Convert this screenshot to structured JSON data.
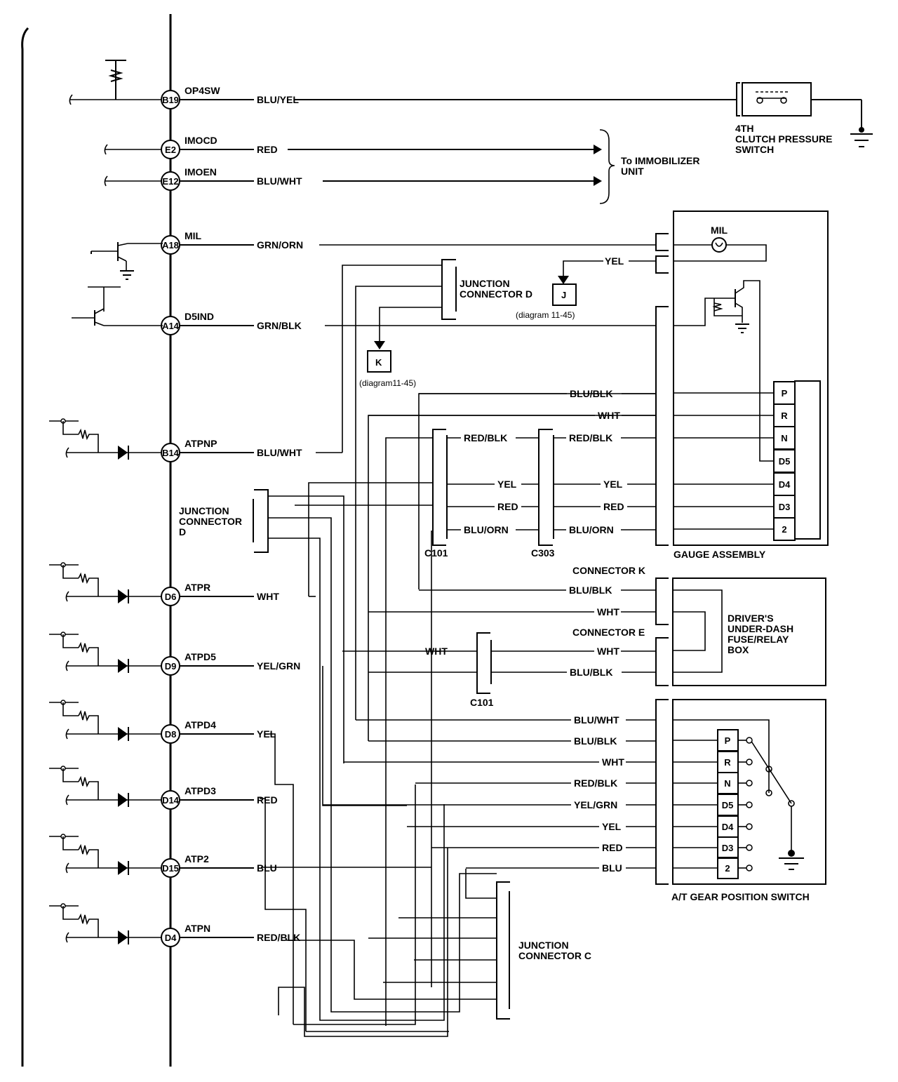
{
  "ecm_pins": [
    {
      "id": "B19",
      "signal": "OP4SW",
      "wire": "BLU/YEL"
    },
    {
      "id": "E2",
      "signal": "IMOCD",
      "wire": "RED"
    },
    {
      "id": "E12",
      "signal": "IMOEN",
      "wire": "BLU/WHT"
    },
    {
      "id": "A18",
      "signal": "MIL",
      "wire": "GRN/ORN"
    },
    {
      "id": "A14",
      "signal": "D5IND",
      "wire": "GRN/BLK"
    },
    {
      "id": "B14",
      "signal": "ATPNP",
      "wire": "BLU/WHT"
    },
    {
      "id": "D6",
      "signal": "ATPR",
      "wire": "WHT"
    },
    {
      "id": "D9",
      "signal": "ATPD5",
      "wire": "YEL/GRN"
    },
    {
      "id": "D8",
      "signal": "ATPD4",
      "wire": "YEL"
    },
    {
      "id": "D14",
      "signal": "ATPD3",
      "wire": "RED"
    },
    {
      "id": "D15",
      "signal": "ATP2",
      "wire": "BLU"
    },
    {
      "id": "D4",
      "signal": "ATPN",
      "wire": "RED/BLK"
    }
  ],
  "clutch_switch": {
    "label_line1": "4TH",
    "label_line2": "CLUTCH PRESSURE",
    "label_line3": "SWITCH"
  },
  "immobilizer": {
    "label_line1": "To IMMOBILIZER",
    "label_line2": "UNIT"
  },
  "junction_d_top": {
    "line1": "JUNCTION",
    "line2": "CONNECTOR D"
  },
  "junction_d_left": {
    "line1": "JUNCTION",
    "line2": "CONNECTOR",
    "line3": "D"
  },
  "junction_c": {
    "line1": "JUNCTION",
    "line2": "CONNECTOR C"
  },
  "ref_j": {
    "letter": "J",
    "ref": "(diagram  11-45)"
  },
  "ref_k": {
    "letter": "K",
    "ref": "(diagram11-45)"
  },
  "gauge": {
    "title": "GAUGE ASSEMBLY",
    "mil_label": "MIL",
    "yel_wire": "YEL",
    "indicators": [
      "P",
      "R",
      "N",
      "D5",
      "D4",
      "D3",
      "2"
    ],
    "wires": [
      "BLU/BLK",
      "WHT",
      "RED/BLK",
      "YEL",
      "RED",
      "BLU/ORN"
    ],
    "c101_wires": [
      "RED/BLK",
      "YEL",
      "RED",
      "BLU/ORN"
    ]
  },
  "connectors": {
    "c101": "C101",
    "c303": "C303",
    "c101b": "C101",
    "k": "CONNECTOR K",
    "e": "CONNECTOR E"
  },
  "fuse_box": {
    "line1": "DRIVER'S",
    "line2": "UNDER-DASH",
    "line3": "FUSE/RELAY",
    "line4": "BOX",
    "k_wires": [
      "BLU/BLK",
      "WHT"
    ],
    "e_wires": [
      "WHT",
      "BLU/BLK"
    ],
    "c101_wire": "WHT"
  },
  "gear_switch": {
    "title": "A/T GEAR POSITION SWITCH",
    "positions": [
      "P",
      "R",
      "N",
      "D5",
      "D4",
      "D3",
      "2"
    ],
    "wires": [
      "BLU/WHT",
      "BLU/BLK",
      "WHT",
      "RED/BLK",
      "YEL/GRN",
      "YEL",
      "RED",
      "BLU"
    ]
  }
}
